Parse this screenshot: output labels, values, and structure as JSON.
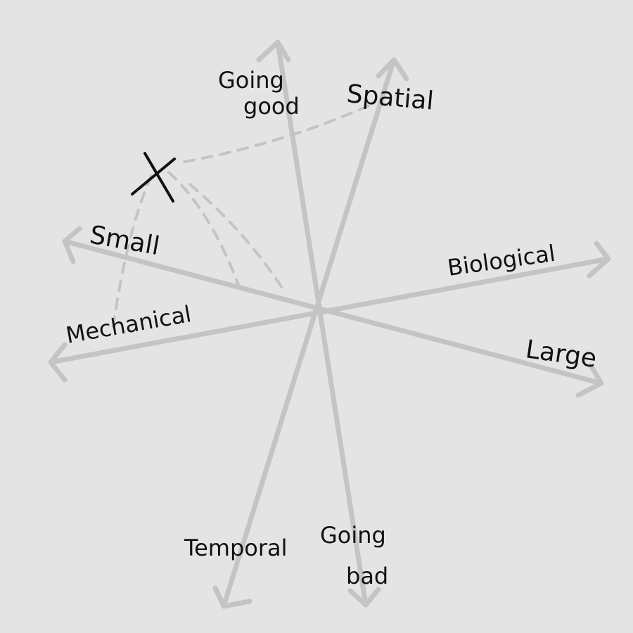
{
  "background_color": "#e4e4e4",
  "axis_color": "#c4c4c4",
  "ink_color": "#111111",
  "labels": {
    "going_good_line1": "Going",
    "going_good_line2": "good",
    "spatial": "Spatial",
    "small": "Small",
    "biological": "Biological",
    "mechanical": "Mechanical",
    "large": "Large",
    "temporal": "Temporal",
    "going_bad_line1": "Going",
    "going_bad_line2": "bad",
    "point_marker": "X"
  }
}
